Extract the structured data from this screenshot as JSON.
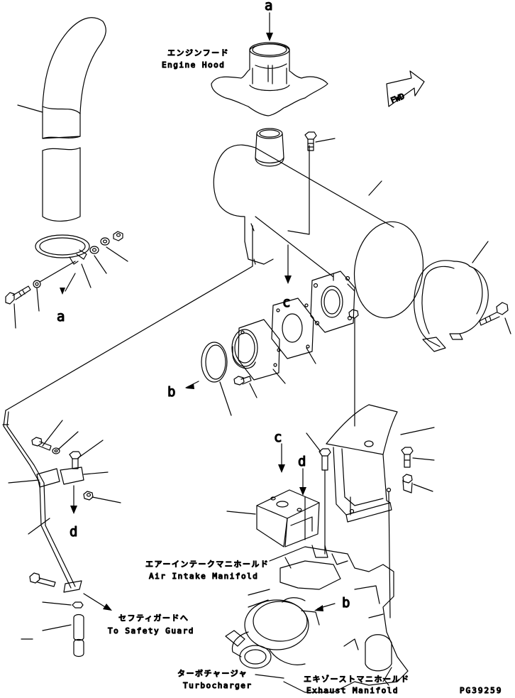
{
  "labels": {
    "engine_hood_jp": "エンジンフード",
    "engine_hood_en": "Engine Hood",
    "air_intake_jp": "エアーインテークマニホールド",
    "air_intake_en": "Air Intake Manifold",
    "safety_guard_jp": "セフティガードへ",
    "safety_guard_en": "To Safety Guard",
    "turbo_jp": "ターボチャージャ",
    "turbo_en": "Turbocharger",
    "exhaust_jp": "エキゾーストマニホールド",
    "exhaust_en": "Exhaust Manifold",
    "fwd": "FWD",
    "drawing_no": "PG39259"
  },
  "callouts": {
    "a_top": "a",
    "a_left": "a",
    "b_ring": "b",
    "b_turbo": "b",
    "c_gasket": "c",
    "c_block": "c",
    "d_left": "d",
    "d_block": "d"
  }
}
